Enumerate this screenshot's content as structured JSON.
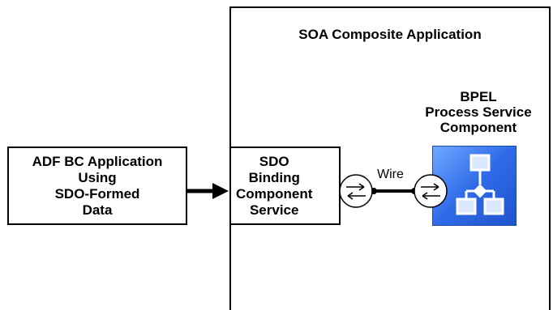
{
  "composite": {
    "title": "SOA Composite Application"
  },
  "adf_box": {
    "label": "ADF BC Application\nUsing\nSDO-Formed\nData"
  },
  "sdo_box": {
    "label": "SDO\nBinding\nComponent\nService"
  },
  "bpel": {
    "label": "BPEL\nProcess Service\nComponent",
    "icon": "bpel-process-icon"
  },
  "wire": {
    "label": "Wire"
  },
  "colors": {
    "bpel_tile": "#2f6be8",
    "stroke": "#000000"
  }
}
